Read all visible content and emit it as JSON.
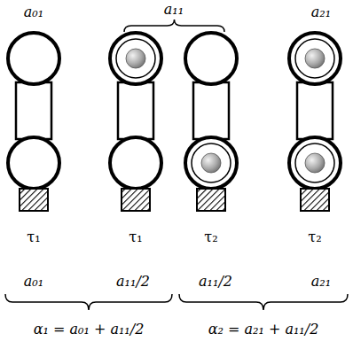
{
  "diagram": {
    "labels": [
      "a₀₁",
      "a₁₁",
      "a₂₁",
      "τ₁",
      "τ₁",
      "τ₂",
      "τ₂",
      "a₀₁",
      "a₁₁/2",
      "a₁₁/2",
      "a₂₁",
      "α₁ = a₀₁ + a₁₁/2",
      "α₂ = a₂₁ + a₁₁/2"
    ]
  }
}
